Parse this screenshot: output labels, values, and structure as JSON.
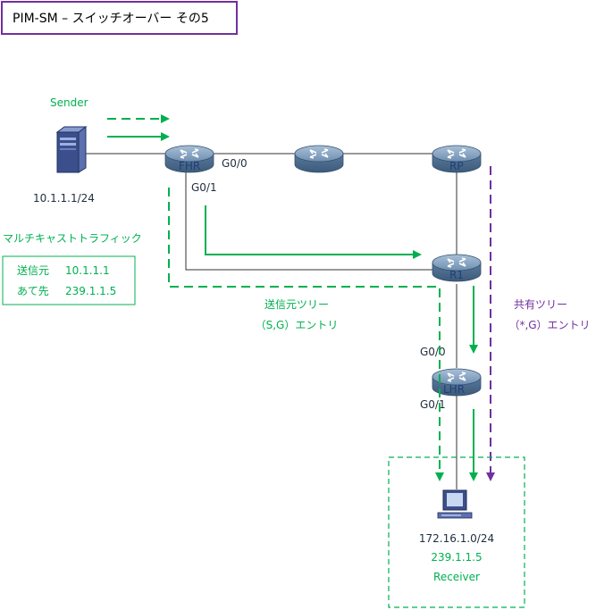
{
  "title": "PIM-SM – スイッチオーバー その5",
  "colors": {
    "green": "#00b050",
    "purple": "#7030a0",
    "title_border": "#7030a0",
    "link": "#333333"
  },
  "nodes": {
    "sender": {
      "label": "Sender",
      "ip": "10.1.1.1/24",
      "icon": "server-icon"
    },
    "fhr": {
      "label": "FHR",
      "icon": "router-icon"
    },
    "middle_router": {
      "label": "",
      "icon": "router-icon"
    },
    "rp": {
      "label": "RP",
      "icon": "router-icon"
    },
    "r1": {
      "label": "R1",
      "icon": "router-icon"
    },
    "lhr": {
      "label": "LHR",
      "icon": "router-icon"
    },
    "receiver": {
      "ip": "172.16.1.0/24",
      "group": "239.1.1.5",
      "label": "Receiver",
      "icon": "pc-icon"
    }
  },
  "interfaces": {
    "fhr_g00": "G0/0",
    "fhr_g01": "G0/1",
    "lhr_g00": "G0/0",
    "lhr_g01": "G0/1"
  },
  "traffic_box": {
    "heading": "マルチキャストトラフィック",
    "src_label": "送信元",
    "src_value": "10.1.1.1",
    "dst_label": "あて先",
    "dst_value": "239.1.1.5"
  },
  "source_tree": {
    "line1": "送信元ツリー",
    "line2": "（S,G）エントリ"
  },
  "shared_tree": {
    "line1": "共有ツリー",
    "line2": "（*,G）エントリ"
  }
}
